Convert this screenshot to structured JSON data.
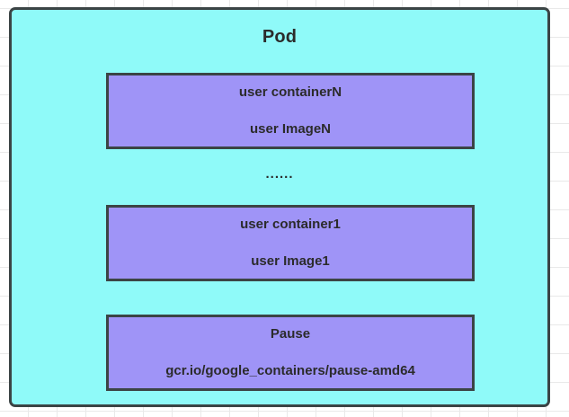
{
  "diagram": {
    "title": "Pod",
    "background": {
      "canvas_color": "#ffffff",
      "grid_color": "#e9e9e9"
    },
    "pod": {
      "label": "Pod",
      "fill_color": "#8ffaf9",
      "border_color": "#3b4445"
    },
    "containers": [
      {
        "name": "user containerN",
        "image": "user ImageN",
        "fill_color": "#9f94f7",
        "border_color": "#3b4445"
      },
      {
        "name": "user container1",
        "image": "user Image1",
        "fill_color": "#9f94f7",
        "border_color": "#3b4445"
      },
      {
        "name": "Pause",
        "image": "gcr.io/google_containers/pause-amd64",
        "fill_color": "#9f94f7",
        "border_color": "#3b4445"
      }
    ],
    "ellipsis": "......"
  }
}
